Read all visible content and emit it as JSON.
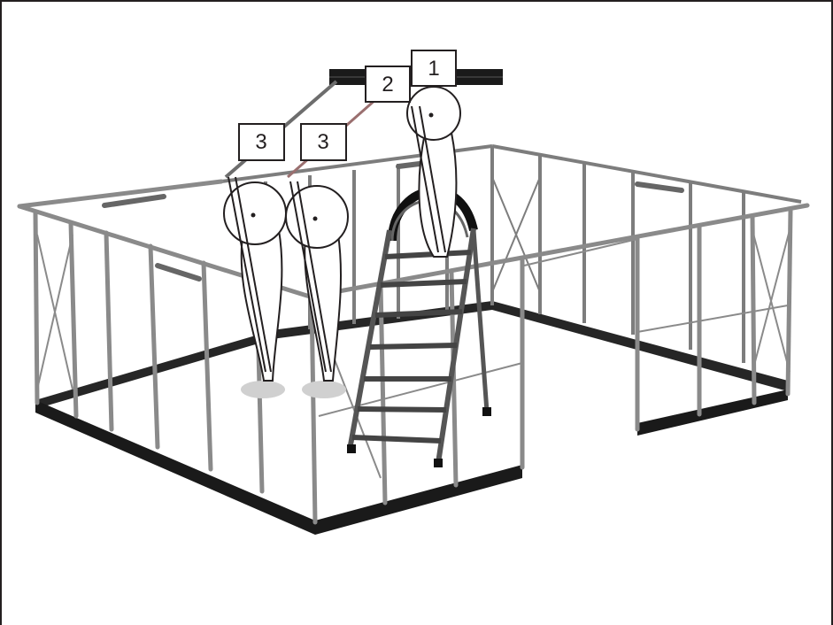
{
  "callouts": [
    {
      "label": "1"
    },
    {
      "label": "2"
    },
    {
      "label": "3"
    },
    {
      "label": "3"
    }
  ],
  "colors": {
    "frame": "#7d7d7d",
    "frame_dark": "#4a4a4a",
    "base": "#1a1a1a",
    "shadow": "#d0d0d0",
    "outline": "#231f20"
  }
}
